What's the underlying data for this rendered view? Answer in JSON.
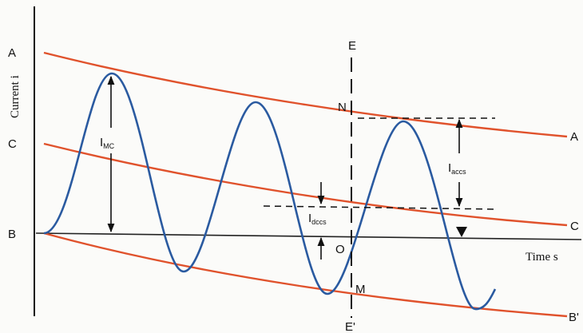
{
  "diagram": {
    "y_axis_label": "Current i",
    "x_axis_label": "Time s",
    "left_labels": {
      "A": "A",
      "C": "C",
      "B": "B"
    },
    "right_labels": {
      "A": "A",
      "C": "C",
      "B": "B'"
    },
    "line_labels": {
      "E": "E",
      "E_prime": "E'"
    },
    "point_labels": {
      "N": "N",
      "O": "O",
      "M": "M"
    },
    "annotations": {
      "imc": {
        "main": "I",
        "sub": "MC"
      },
      "iaccs": {
        "main": "I",
        "sub": "accs"
      },
      "idccs": {
        "main": "I",
        "sub": "dccs"
      }
    },
    "colors": {
      "envelope": "#e0522c",
      "wave": "#2a5aa0",
      "axis": "#111111",
      "guide": "#111111"
    }
  }
}
